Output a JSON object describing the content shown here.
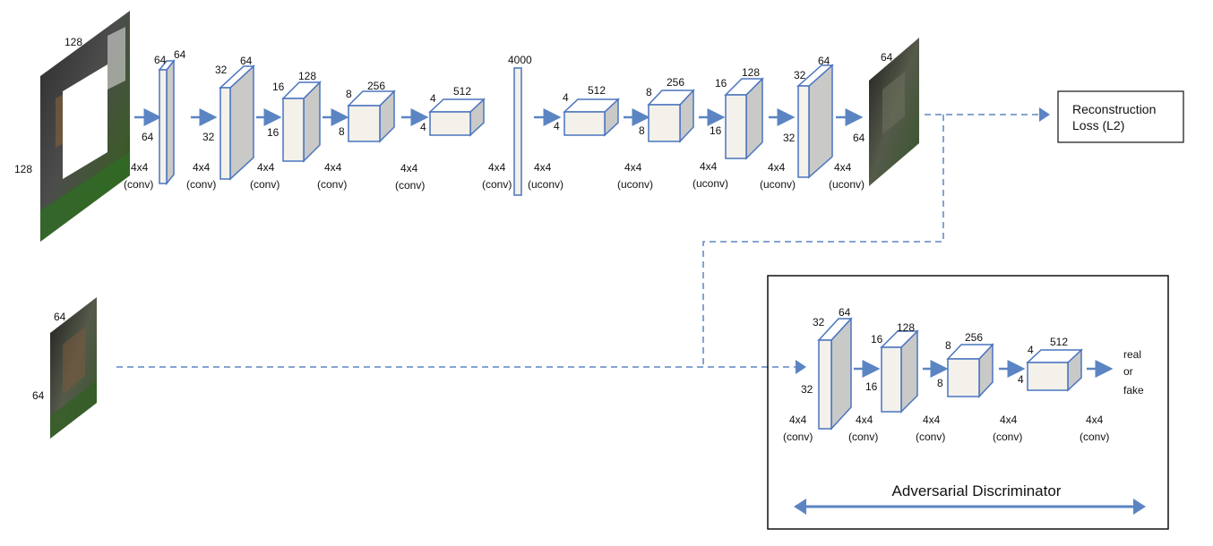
{
  "colors": {
    "arrow": "#5b85c2",
    "block_front": "#f3f1ea",
    "block_top": "#ffffff",
    "block_side": "#c9c9c7",
    "block_edge": "#4a74be",
    "dash": "#5b85c2",
    "frame": "#111111"
  },
  "input_image": {
    "top": "128",
    "left": "128"
  },
  "encoder": [
    {
      "h": "64",
      "d": "64",
      "op": "4x4",
      "kind": "(conv)"
    },
    {
      "h": "32",
      "d": "64",
      "op": "4x4",
      "kind": "(conv)"
    },
    {
      "h": "16",
      "w": "16",
      "d": "128",
      "op": "4x4",
      "kind": "(conv)"
    },
    {
      "h": "8",
      "w": "8",
      "d": "256",
      "op": "4x4",
      "kind": "(conv)"
    },
    {
      "h": "4",
      "w": "4",
      "d": "512",
      "op": "4x4",
      "kind": "(conv)"
    },
    {
      "d": "4000",
      "op": "4x4",
      "kind": "(conv)"
    }
  ],
  "decoder": [
    {
      "h": "4",
      "w": "4",
      "d": "512",
      "op": "4x4",
      "kind": "(uconv)"
    },
    {
      "h": "8",
      "w": "8",
      "d": "256",
      "op": "4x4",
      "kind": "(uconv)"
    },
    {
      "h": "16",
      "w": "16",
      "d": "128",
      "op": "4x4",
      "kind": "(uconv)"
    },
    {
      "h": "32",
      "d": "64",
      "op": "4x4",
      "kind": "(uconv)"
    }
  ],
  "output_image": {
    "top": "64",
    "left": "64",
    "op": "4x4",
    "kind": "(uconv)"
  },
  "loss": {
    "line1": "Reconstruction",
    "line2": "Loss (L2)"
  },
  "real_image": {
    "top": "64",
    "left": "64"
  },
  "discriminator": {
    "title": "Adversarial Discriminator",
    "blocks": [
      {
        "h": "32",
        "d": "64",
        "op": "4x4",
        "kind": "(conv)"
      },
      {
        "h": "16",
        "w": "16",
        "d": "128",
        "op": "4x4",
        "kind": "(conv)"
      },
      {
        "h": "8",
        "w": "8",
        "d": "256",
        "op": "4x4",
        "kind": "(conv)"
      },
      {
        "h": "4",
        "w": "4",
        "d": "512",
        "op": "4x4",
        "kind": "(conv)"
      }
    ],
    "final_op": "4x4",
    "final_kind": "(conv)",
    "output": [
      "real",
      "or",
      "fake"
    ]
  }
}
